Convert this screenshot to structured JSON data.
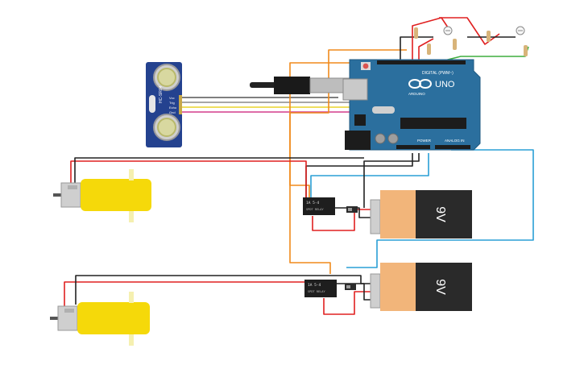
{
  "arduino": {
    "logo_text": "UNO",
    "brand_text": "ARDUINO",
    "digital_label": "DIGITAL (PWM~)",
    "power_label": "POWER",
    "analog_label": "ANALOG IN",
    "color": "#2b6f9e"
  },
  "ultrasonic": {
    "model_text": "HC-SR04",
    "pins": [
      "Vcc",
      "Trig",
      "Echo",
      "Gnd"
    ],
    "color": "#24428f"
  },
  "relays": [
    {
      "label": "1A 5-4",
      "text": "SPDT RELAY"
    },
    {
      "label": "1A 5-4",
      "text": "SPDT RELAY"
    }
  ],
  "batteries": [
    {
      "label": "9V"
    },
    {
      "label": "9V"
    }
  ],
  "wire_colors": {
    "red": "#e02020",
    "black": "#222222",
    "orange": "#f08a1c",
    "blue": "#2a9fd6",
    "green": "#3fae3f",
    "yellow": "#e8d42a",
    "magenta": "#d43c8c",
    "gray": "#9a9a9a"
  },
  "component_colors": {
    "motor_yellow": "#f5d90a",
    "battery_orange": "#f2b57a",
    "battery_black": "#2a2a2a"
  }
}
